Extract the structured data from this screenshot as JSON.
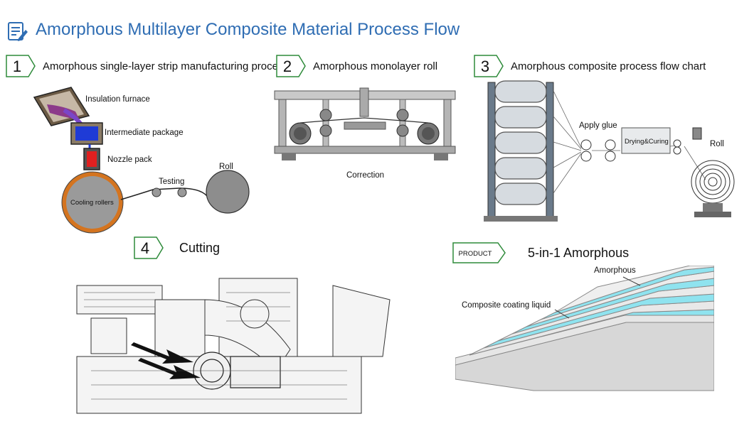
{
  "title": "Amorphous Multilayer Composite Material Process Flow",
  "steps": [
    {
      "number": "1",
      "label": "Amorphous single-layer strip manufacturing process"
    },
    {
      "number": "2",
      "label": "Amorphous monolayer roll"
    },
    {
      "number": "3",
      "label": "Amorphous composite process flow chart"
    },
    {
      "number": "4",
      "label": "Cutting"
    }
  ],
  "product": {
    "badge": "PRODUCT",
    "label": "5-in-1 Amorphous"
  },
  "panel1": {
    "insulation_furnace": "Insulation furnace",
    "intermediate_package": "Intermediate package",
    "nozzle_pack": "Nozzle pack",
    "testing": "Testing",
    "roll": "Roll",
    "cooling_rollers": "Cooling rollers"
  },
  "panel2": {
    "correction": "Correction"
  },
  "panel3": {
    "apply_glue": "Apply glue",
    "drying_curing": "Drying&Curing",
    "roll": "Roll"
  },
  "panel5": {
    "amorphous": "Amorphous",
    "composite_coating_liquid": "Composite coating liquid"
  },
  "colors": {
    "title": "#2f6db3",
    "badge_border": "#2e8b3a",
    "cooling_roller": "#d4741f",
    "nozzle": "#e02020",
    "intermediate": "#1f3bd6",
    "coating": "#8fe3ef"
  }
}
